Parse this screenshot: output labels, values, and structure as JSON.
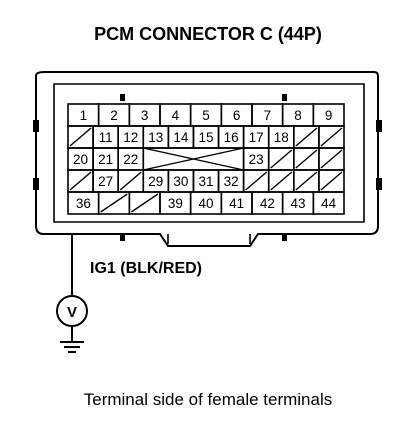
{
  "title": "PCM CONNECTOR C (44P)",
  "caption": "Terminal side of female terminals",
  "wire_label": "IG1 (BLK/RED)",
  "meter_symbol": "V",
  "connector": {
    "rows": [
      [
        "1",
        "2",
        "3",
        "4",
        "5",
        "6",
        "7",
        "8",
        "9"
      ],
      [
        "",
        "11",
        "12",
        "13",
        "14",
        "15",
        "16",
        "17",
        "18",
        "",
        ""
      ],
      [
        "20",
        "21",
        "22",
        "",
        "",
        "",
        "",
        "23",
        "",
        "",
        ""
      ],
      [
        "",
        "27",
        "",
        "29",
        "30",
        "31",
        "32",
        "",
        "",
        "",
        ""
      ],
      [
        "36",
        "",
        "",
        "39",
        "40",
        "41",
        "42",
        "43",
        "44"
      ]
    ],
    "empty_cells": [
      {
        "row": 1,
        "col": 0
      },
      {
        "row": 1,
        "col": 9
      },
      {
        "row": 1,
        "col": 10
      },
      {
        "row": 2,
        "col": 8
      },
      {
        "row": 2,
        "col": 9
      },
      {
        "row": 2,
        "col": 10
      },
      {
        "row": 3,
        "col": 0
      },
      {
        "row": 3,
        "col": 2
      },
      {
        "row": 3,
        "col": 7
      },
      {
        "row": 3,
        "col": 8
      },
      {
        "row": 3,
        "col": 9
      },
      {
        "row": 3,
        "col": 10
      },
      {
        "row": 4,
        "col": 1
      },
      {
        "row": 4,
        "col": 2
      }
    ],
    "crossed_block": {
      "row": 2,
      "col_start": 3,
      "col_end": 6
    },
    "probed_terminal": "36"
  },
  "colors": {
    "line": "#000000",
    "background": "#ffffff"
  }
}
